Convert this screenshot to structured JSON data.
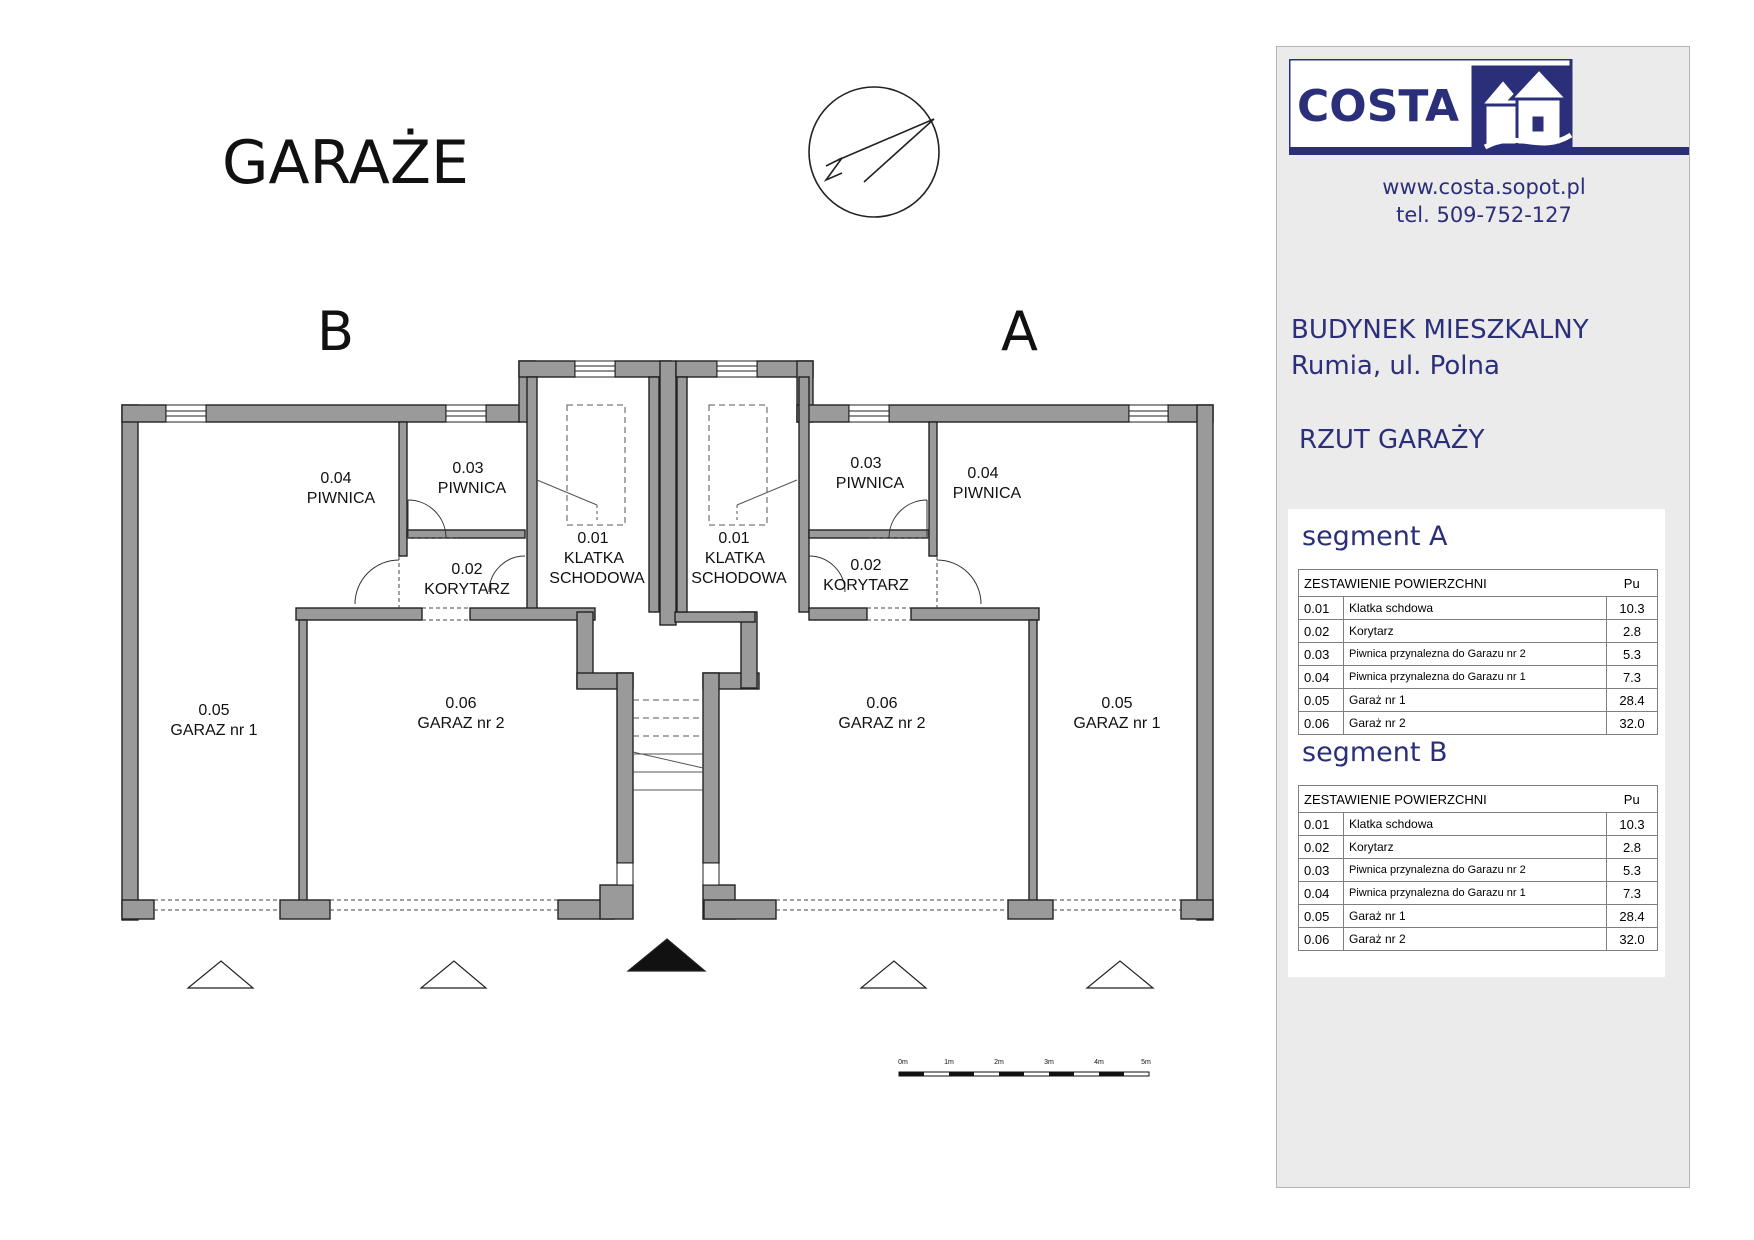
{
  "title": "GARAŻE",
  "segment_letters": {
    "left": "B",
    "right": "A"
  },
  "scale_labels": [
    "0m",
    "1m",
    "2m",
    "3m",
    "4m",
    "5m"
  ],
  "rooms": {
    "b04": {
      "no": "0.04",
      "name": "PIWNICA"
    },
    "b03": {
      "no": "0.03",
      "name": "PIWNICA"
    },
    "b01": {
      "no": "0.01",
      "name1": "KLATKA",
      "name2": "SCHODOWA"
    },
    "b02": {
      "no": "0.02",
      "name": "KORYTARZ"
    },
    "b05": {
      "no": "0.05",
      "name": "GARAZ nr 1"
    },
    "b06": {
      "no": "0.06",
      "name": "GARAZ nr 2"
    },
    "a01": {
      "no": "0.01",
      "name1": "KLATKA",
      "name2": "SCHODOWA"
    },
    "a03": {
      "no": "0.03",
      "name": "PIWNICA"
    },
    "a04": {
      "no": "0.04",
      "name": "PIWNICA"
    },
    "a02": {
      "no": "0.02",
      "name": "KORYTARZ"
    },
    "a06": {
      "no": "0.06",
      "name": "GARAZ nr 2"
    },
    "a05": {
      "no": "0.05",
      "name": "GARAZ nr 1"
    }
  },
  "panel": {
    "logo_text": "COSTA",
    "website": "www.costa.sopot.pl",
    "phone": "tel. 509-752-127",
    "building_line1": "BUDYNEK MIESZKALNY",
    "building_line2": "Rumia, ul. Polna",
    "drawing_title": "RZUT GARAŻY",
    "brand_color": "#2b2f7a"
  },
  "tables": [
    {
      "segment": "segment A",
      "header": "ZESTAWIENIE POWIERZCHNI",
      "unit": "Pu",
      "rows": [
        {
          "no": "0.01",
          "name": "Klatka schdowa",
          "pu": "10.3"
        },
        {
          "no": "0.02",
          "name": "Korytarz",
          "pu": "2.8"
        },
        {
          "no": "0.03",
          "name": "Piwnica  przynalezna do Garazu nr 2",
          "pu": "5.3"
        },
        {
          "no": "0.04",
          "name": "Piwnica  przynalezna do Garazu nr 1",
          "pu": "7.3"
        },
        {
          "no": "0.05",
          "name": "Garaż nr 1",
          "pu": "28.4"
        },
        {
          "no": "0.06",
          "name": "Garaż nr 2",
          "pu": "32.0"
        }
      ]
    },
    {
      "segment": "segment B",
      "header": "ZESTAWIENIE POWIERZCHNI",
      "unit": "Pu",
      "rows": [
        {
          "no": "0.01",
          "name": "Klatka schdowa",
          "pu": "10.3"
        },
        {
          "no": "0.02",
          "name": "Korytarz",
          "pu": "2.8"
        },
        {
          "no": "0.03",
          "name": "Piwnica  przynalezna do Garazu nr 2",
          "pu": "5.3"
        },
        {
          "no": "0.04",
          "name": "Piwnica  przynalezna do Garazu nr 1",
          "pu": "7.3"
        },
        {
          "no": "0.05",
          "name": "Garaż nr 1",
          "pu": "28.4"
        },
        {
          "no": "0.06",
          "name": "Garaż nr 2",
          "pu": "32.0"
        }
      ]
    }
  ]
}
